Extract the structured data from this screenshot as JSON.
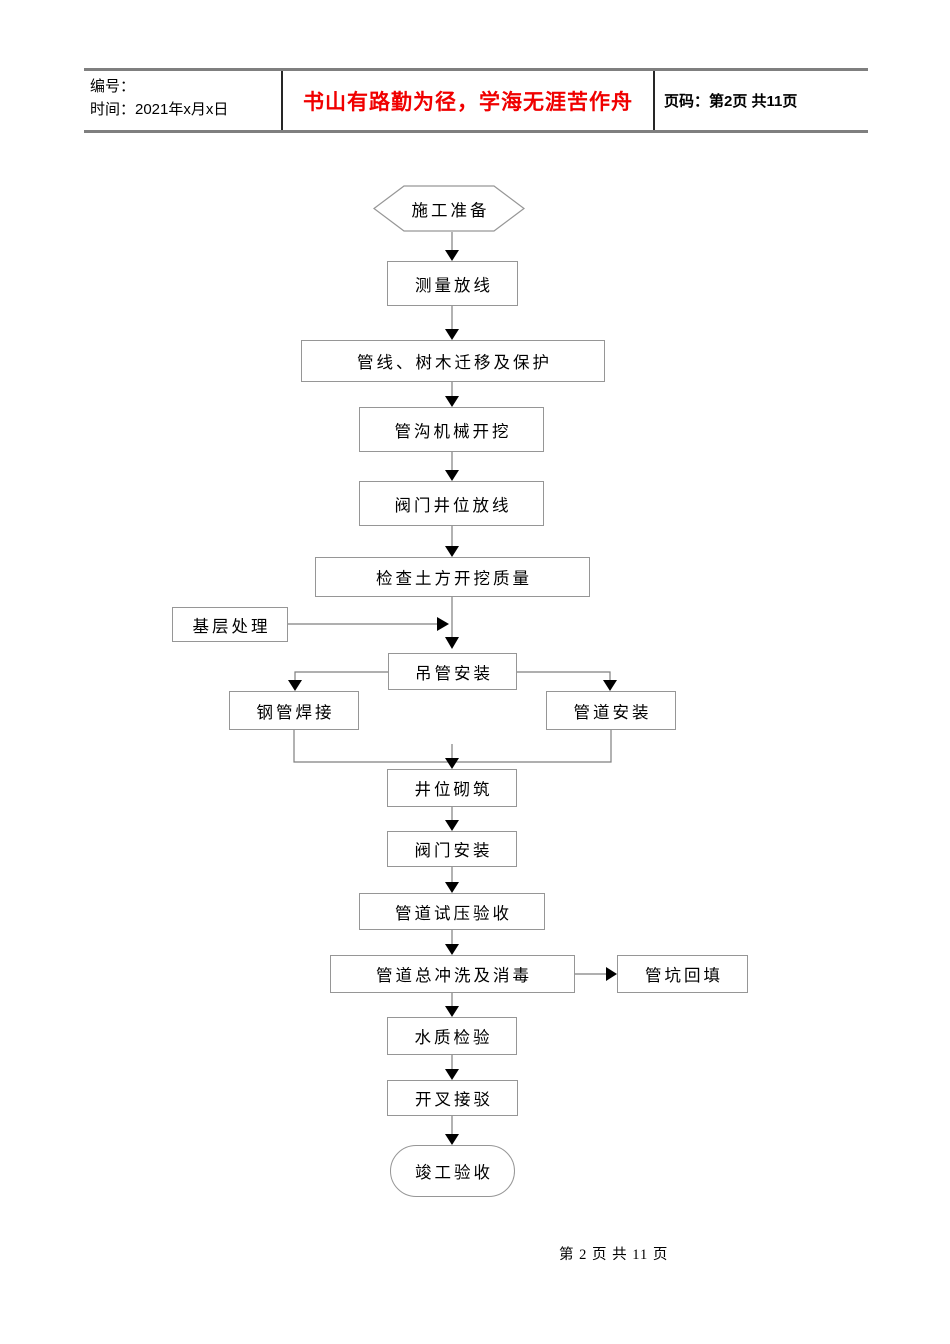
{
  "header": {
    "number_label": "编号：",
    "time_label": "时间：2021年x月x日",
    "motto": "书山有路勤为径，学海无涯苦作舟",
    "page_label": "页码：第2页  共11页"
  },
  "flowchart": {
    "nodes": [
      {
        "label": "施工准备",
        "shape": "hexagon"
      },
      {
        "label": "测量放线",
        "shape": "rect"
      },
      {
        "label": "管线、树木迁移及保护",
        "shape": "rect"
      },
      {
        "label": "管沟机械开挖",
        "shape": "rect"
      },
      {
        "label": "阀门井位放线",
        "shape": "rect"
      },
      {
        "label": "检查土方开挖质量",
        "shape": "rect"
      },
      {
        "label": "基层处理",
        "shape": "rect"
      },
      {
        "label": "吊管安装",
        "shape": "rect"
      },
      {
        "label": "钢管焊接",
        "shape": "rect"
      },
      {
        "label": "管道安装",
        "shape": "rect"
      },
      {
        "label": "井位砌筑",
        "shape": "rect"
      },
      {
        "label": "阀门安装",
        "shape": "rect"
      },
      {
        "label": "管道试压验收",
        "shape": "rect"
      },
      {
        "label": "管道总冲洗及消毒",
        "shape": "rect"
      },
      {
        "label": "管坑回填",
        "shape": "rect"
      },
      {
        "label": "水质检验",
        "shape": "rect"
      },
      {
        "label": "开叉接驳",
        "shape": "rect"
      },
      {
        "label": "竣工验收",
        "shape": "stadium"
      }
    ],
    "edges": [
      [
        "施工准备",
        "测量放线"
      ],
      [
        "测量放线",
        "管线、树木迁移及保护"
      ],
      [
        "管线、树木迁移及保护",
        "管沟机械开挖"
      ],
      [
        "管沟机械开挖",
        "阀门井位放线"
      ],
      [
        "阀门井位放线",
        "检查土方开挖质量"
      ],
      [
        "检查土方开挖质量",
        "吊管安装"
      ],
      [
        "基层处理",
        "吊管安装"
      ],
      [
        "吊管安装",
        "钢管焊接"
      ],
      [
        "吊管安装",
        "管道安装"
      ],
      [
        "钢管焊接",
        "井位砌筑"
      ],
      [
        "管道安装",
        "井位砌筑"
      ],
      [
        "井位砌筑",
        "阀门安装"
      ],
      [
        "阀门安装",
        "管道试压验收"
      ],
      [
        "管道试压验收",
        "管道总冲洗及消毒"
      ],
      [
        "管道总冲洗及消毒",
        "管坑回填"
      ],
      [
        "管道总冲洗及消毒",
        "水质检验"
      ],
      [
        "水质检验",
        "开叉接驳"
      ],
      [
        "开叉接驳",
        "竣工验收"
      ]
    ]
  },
  "footer": {
    "page_text": "第 2 页 共 11 页"
  },
  "colors": {
    "motto_red": "#f00000",
    "line_gray": "#7f7f7f",
    "border_gray": "#969696",
    "arrow_black": "#000000"
  }
}
